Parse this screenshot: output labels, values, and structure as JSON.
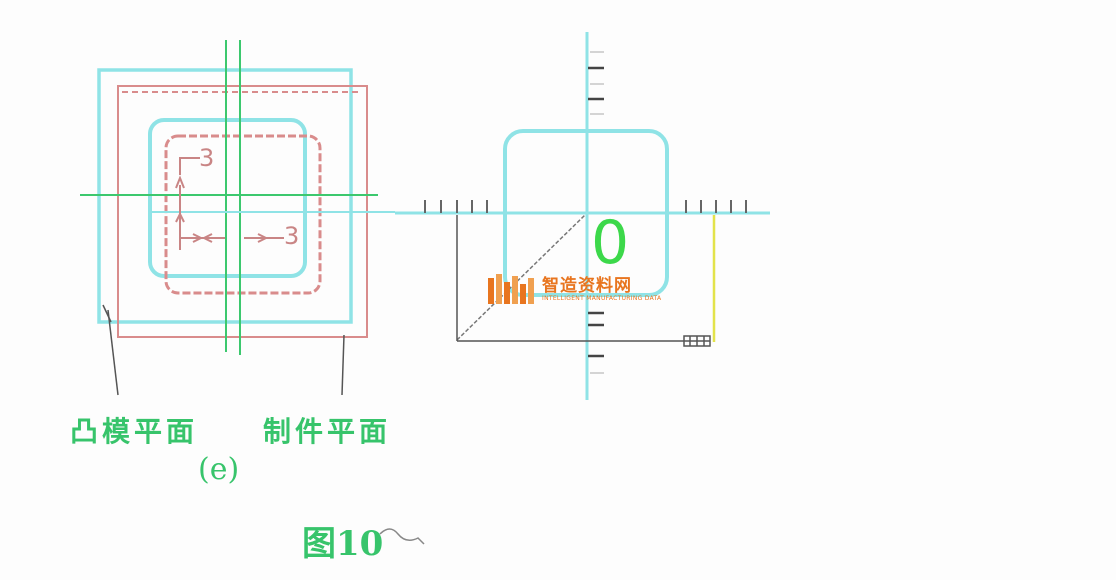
{
  "left_figure": {
    "dim_top": "3",
    "dim_right": "3",
    "label_punch": "凸模平面",
    "label_part": "制件平面"
  },
  "right_figure": {
    "zero_label": "0"
  },
  "subfigure_label": "(e)",
  "figure_caption": "图10",
  "watermark": {
    "name_cn": "智造资料网",
    "name_en": "INTELLIGENT MANUFACTURING DATA"
  },
  "colors": {
    "cyan": "#8fe3e6",
    "red": "#d98c8c",
    "green": "#3cc86e",
    "dark": "#555555",
    "yellow": "#e3e34a",
    "label_green": "#37c46b",
    "logo_orange": "#e8751f"
  }
}
